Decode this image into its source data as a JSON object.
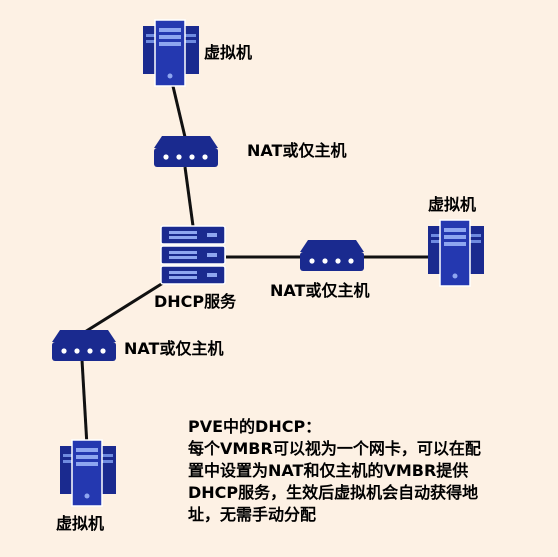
{
  "nodes": {
    "vm_top": {
      "label": "虚拟机",
      "kind": "vm-tower"
    },
    "nat_top": {
      "label": "NAT或仅主机",
      "kind": "switch"
    },
    "dhcp": {
      "label": "DHCP服务",
      "kind": "server-rack"
    },
    "nat_right": {
      "label": "NAT或仅主机",
      "kind": "switch"
    },
    "vm_right": {
      "label": "虚拟机",
      "kind": "vm-tower"
    },
    "nat_left": {
      "label": "NAT或仅主机",
      "kind": "switch"
    },
    "vm_bottom": {
      "label": "虚拟机",
      "kind": "vm-tower"
    }
  },
  "edges": [
    {
      "from": "vm_top",
      "to": "nat_top"
    },
    {
      "from": "nat_top",
      "to": "dhcp"
    },
    {
      "from": "dhcp",
      "to": "nat_right"
    },
    {
      "from": "nat_right",
      "to": "vm_right"
    },
    {
      "from": "dhcp",
      "to": "nat_left"
    },
    {
      "from": "nat_left",
      "to": "vm_bottom"
    }
  ],
  "note": {
    "lines": [
      "PVE中的DHCP：",
      "每个VMBR可以视为一个网卡，可以在配",
      "置中设置为NAT和仅主机的VMBR提供",
      "DHCP服务，生效后虚拟机会自动获得地",
      "址，无需手动分配"
    ]
  },
  "colors": {
    "background": "#fdf1e4",
    "device": "#1a2a8f",
    "device_light": "#3a56c8",
    "link": "#111111"
  }
}
